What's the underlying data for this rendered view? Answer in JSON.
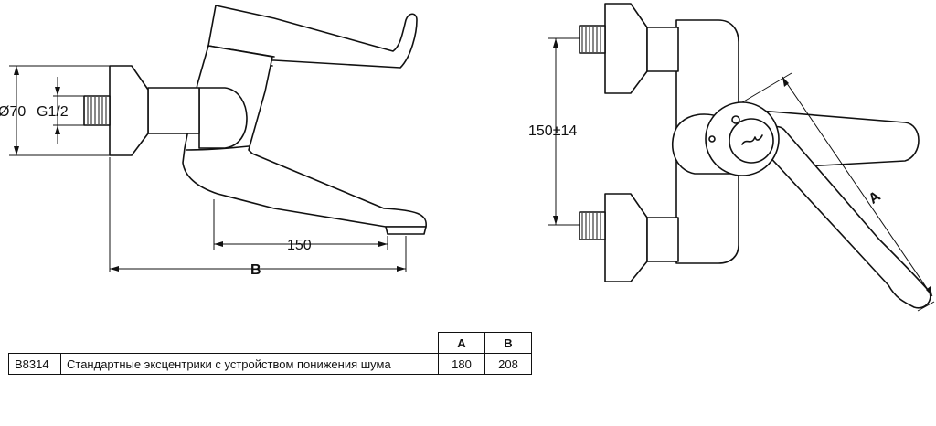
{
  "dimensions": {
    "diameter": "Ø70",
    "thread": "G1/2",
    "spout_reach": "150",
    "overall_length": "B",
    "centers": "150±14",
    "lever_length": "A"
  },
  "table": {
    "headers": [
      "A",
      "B"
    ],
    "rows": [
      {
        "code": "B8314",
        "description": "Стандартные эксцентрики с устройством понижения шума",
        "a": "180",
        "b": "208"
      }
    ]
  }
}
